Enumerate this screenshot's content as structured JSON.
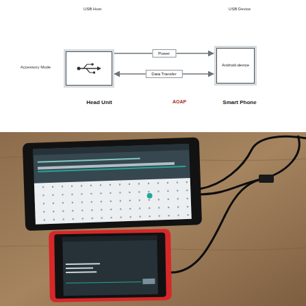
{
  "diagram": {
    "nodes": [
      {
        "text": [
          "Head Unit"
        ]
      },
      {
        "text": [
          "Android-device",
          "Smart Phone"
        ]
      }
    ],
    "edges": [
      {
        "from": 0,
        "to": 1,
        "label": "Power",
        "arrow": "to"
      },
      {
        "from": 0,
        "to": 1,
        "label": "Data Transfer",
        "arrow": "both"
      }
    ],
    "labels": [
      "USB Host",
      "USB Device",
      "Accessory Mode",
      "AOAP"
    ]
  }
}
